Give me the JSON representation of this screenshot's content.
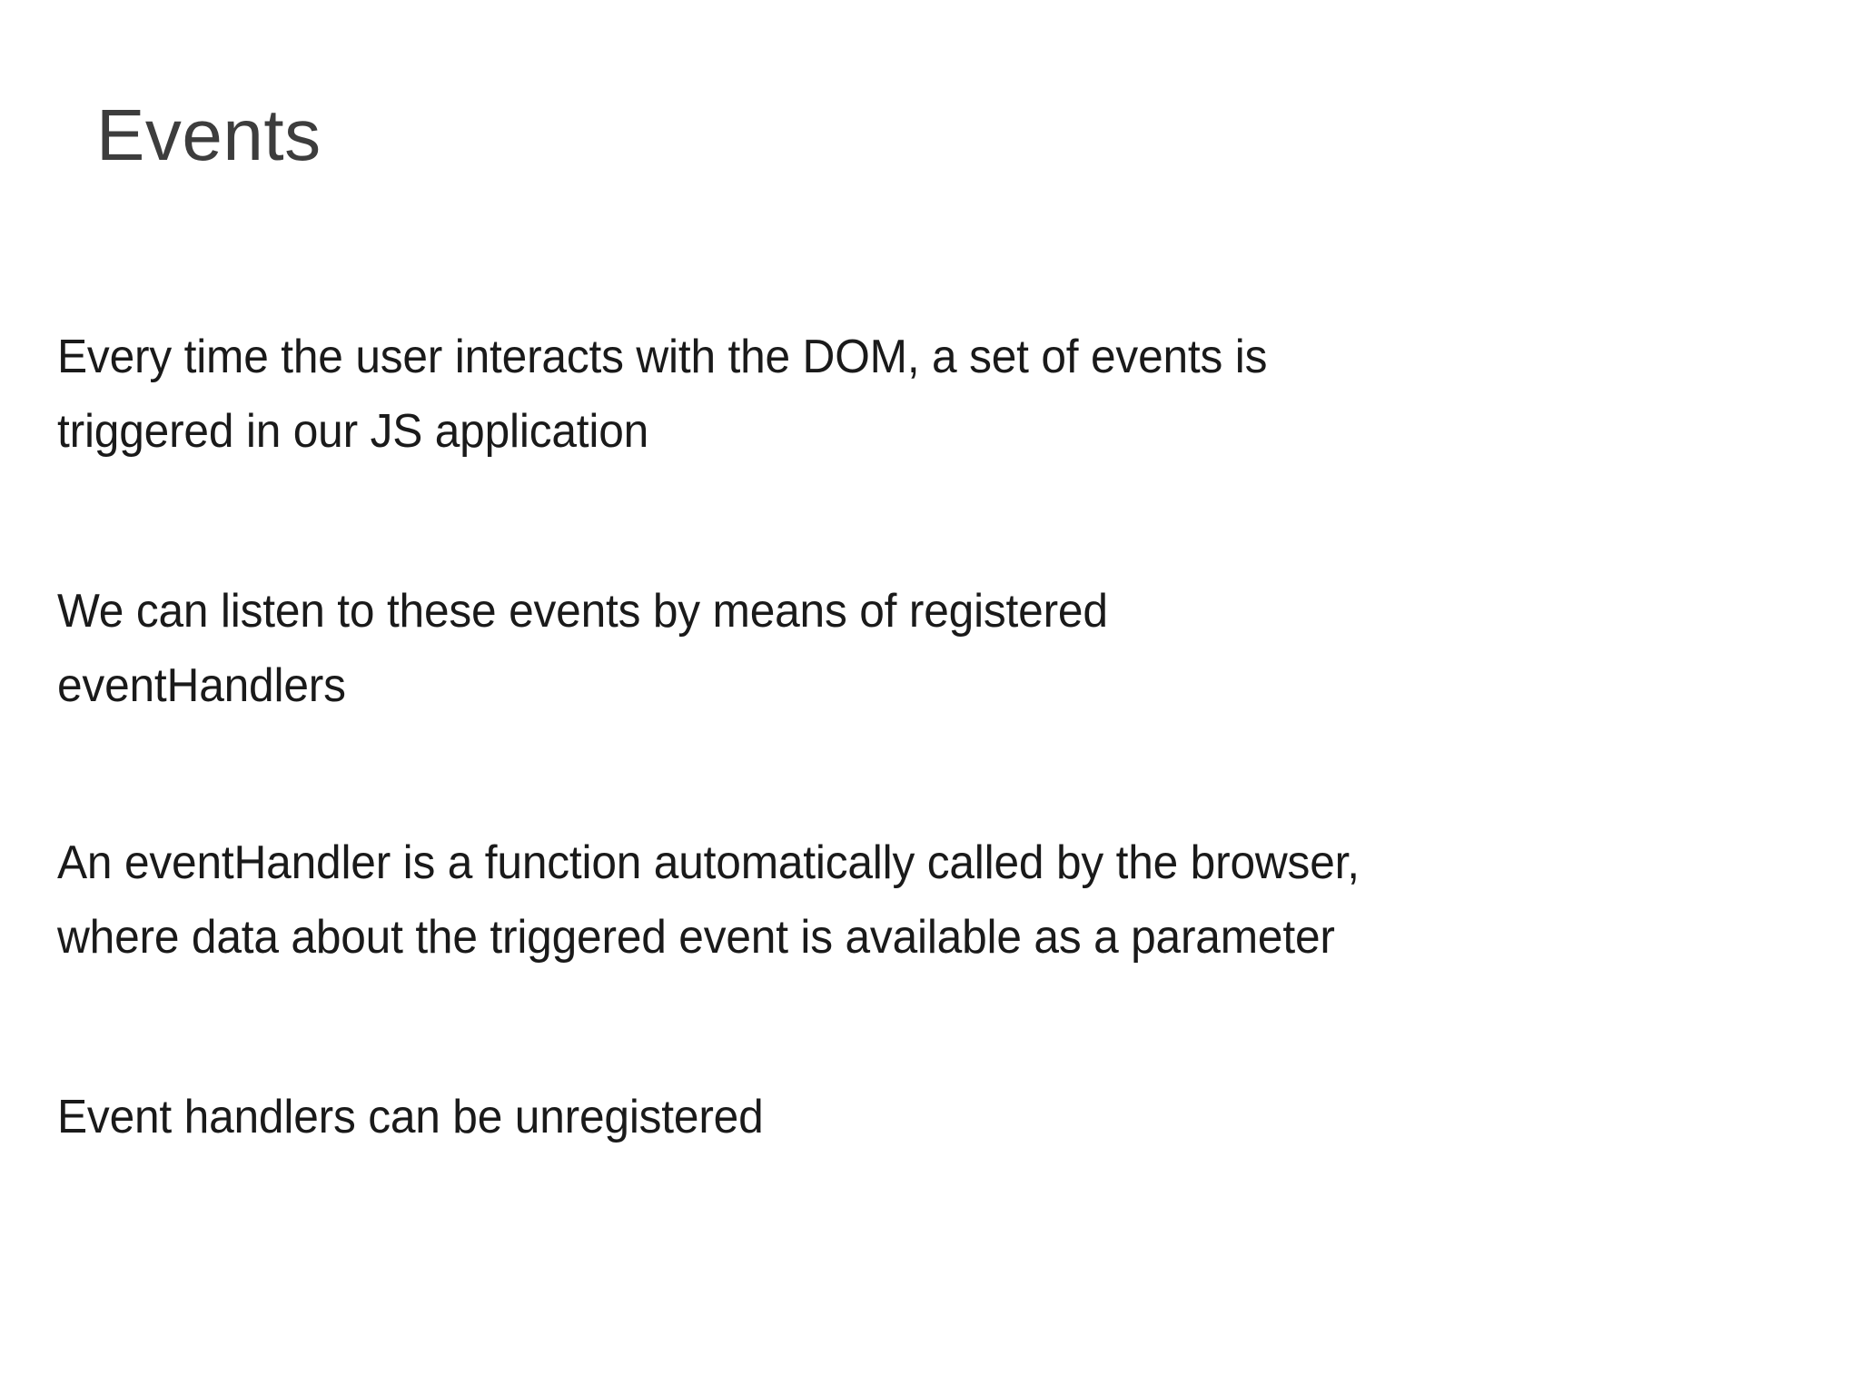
{
  "slide": {
    "title": "Events",
    "background_color": "#ffffff",
    "title_color": "#3d3d3d",
    "body_color": "#1a1a1a",
    "paragraphs": [
      {
        "id": "para-events-triggered",
        "text": "Every time the user interacts with the DOM, a set of events is triggered in our JS application",
        "lines": [
          "Every time the user interacts with the DOM, a set of events is",
          "triggered in our JS application"
        ]
      },
      {
        "id": "para-listen-handlers",
        "text": "We can listen to these events by means of registered eventHandlers",
        "lines": [
          "We can listen to these events by means of registered",
          "eventHandlers"
        ]
      },
      {
        "id": "para-handler-definition",
        "text": "An eventHandler is a function automatically called by the browser, where data about the triggered event is available as a parameter",
        "lines": [
          "An eventHandler is a function automatically called by the browser,",
          "where data about the triggered event is available as a parameter"
        ]
      },
      {
        "id": "para-unregister",
        "text": "Event handlers can be unregistered",
        "lines": [
          "Event handlers can be unregistered"
        ]
      }
    ]
  }
}
